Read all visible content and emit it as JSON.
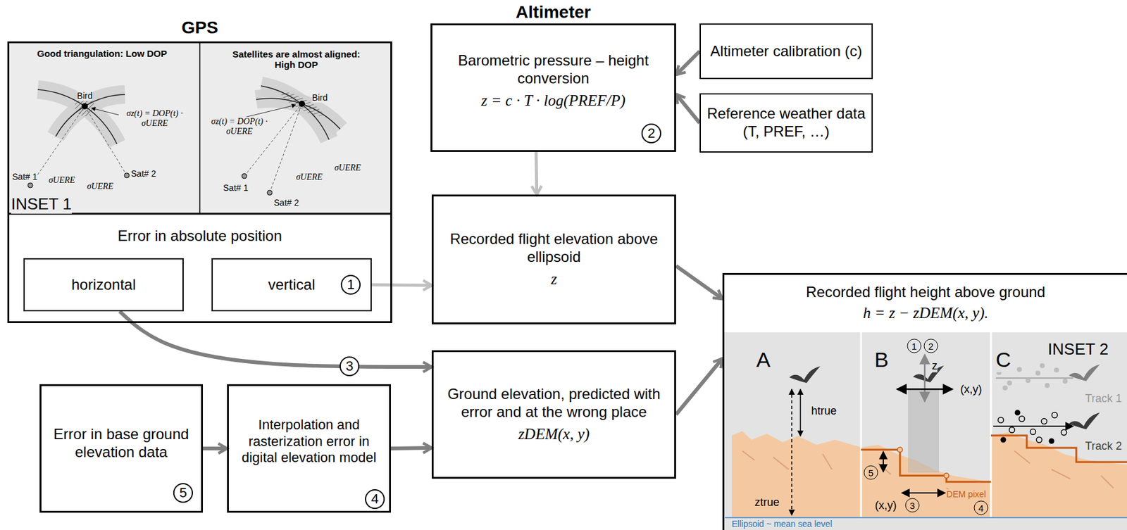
{
  "diagram": {
    "nodes": [
      {
        "text": [
          "GPS",
          "Error in absolute position"
        ]
      },
      {
        "text": [
          "horizontal"
        ],
        "in": 0
      },
      {
        "text": [
          "vertical"
        ],
        "in": 0
      },
      {
        "text": [
          "Altimeter",
          "Barometric pressure – height conversion",
          "z = c · T · log(PREF/P)"
        ]
      },
      {
        "text": [
          "Altimeter calibration (c)"
        ]
      },
      {
        "text": [
          "Reference weather data (T, PREF, …)"
        ]
      },
      {
        "text": [
          "Recorded flight elevation above ellipsoid",
          "z"
        ]
      },
      {
        "text": [
          "Ground elevation, predicted with error and at the wrong place",
          "zDEM(x, y)"
        ]
      },
      {
        "text": [
          "Error in base ground elevation data"
        ]
      },
      {
        "text": [
          "Interpolation and rasterization error in digital elevation model"
        ]
      },
      {
        "text": [
          "Recorded flight height above ground",
          "h = z − zDEM(x, y)."
        ]
      }
    ],
    "edges": [
      {
        "from": 4,
        "to": 3,
        "arrow": "to"
      },
      {
        "from": 5,
        "to": 3,
        "arrow": "to"
      },
      {
        "from": 3,
        "to": 6,
        "arrow": "to"
      },
      {
        "from": 2,
        "to": 6,
        "arrow": "to"
      },
      {
        "from": 1,
        "to": 7,
        "label": "3",
        "arrow": "to"
      },
      {
        "from": 8,
        "to": 9,
        "arrow": "to"
      },
      {
        "from": 9,
        "to": 7,
        "arrow": "to"
      },
      {
        "from": 6,
        "to": 10,
        "arrow": "to"
      },
      {
        "from": 7,
        "to": 10,
        "arrow": "to"
      }
    ],
    "labels": [
      "Good triangulation: Low DOP",
      "Satellites are almost aligned: High DOP",
      "Bird",
      "Bird",
      "σz(t) = DOP(t) · σUERE",
      "σz(t) = DOP(t) · σUERE",
      "Sat# 1",
      "Sat# 2",
      "σUERE",
      "σUERE",
      "Sat# 1",
      "Sat# 2",
      "σUERE",
      "σUERE",
      "INSET 1",
      "1",
      "2",
      "4",
      "5",
      "INSET 2",
      "A",
      "B",
      "C",
      "htrue",
      "ztrue",
      "1",
      "2",
      "z",
      "(x,y)",
      "5",
      "(x,y)",
      "3",
      "DEM pixel",
      "4",
      "Track 1",
      "Track 2",
      "Ellipsoid ~ mean sea level"
    ]
  }
}
